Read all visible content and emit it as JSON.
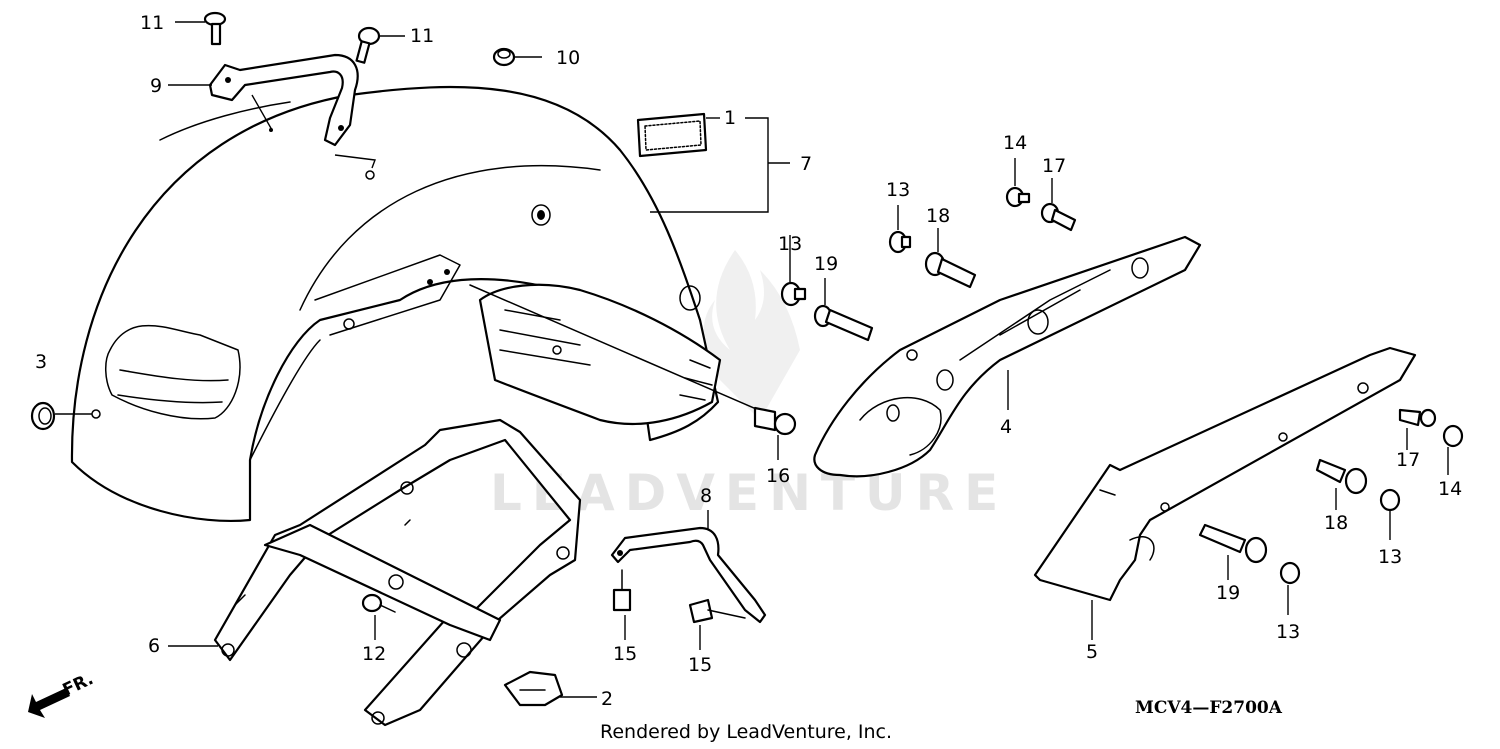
{
  "diagram": {
    "watermark": "LEADVENTURE",
    "credit": "Rendered by LeadVenture, Inc.",
    "code": "MCV4—F2700A",
    "front_arrow_label": "FR.",
    "callouts": [
      "1",
      "2",
      "3",
      "4",
      "5",
      "6",
      "7",
      "8",
      "9",
      "10",
      "11",
      "11",
      "12",
      "13",
      "13",
      "13",
      "13",
      "14",
      "14",
      "15",
      "15",
      "16",
      "17",
      "17",
      "18",
      "18",
      "19",
      "19"
    ]
  }
}
